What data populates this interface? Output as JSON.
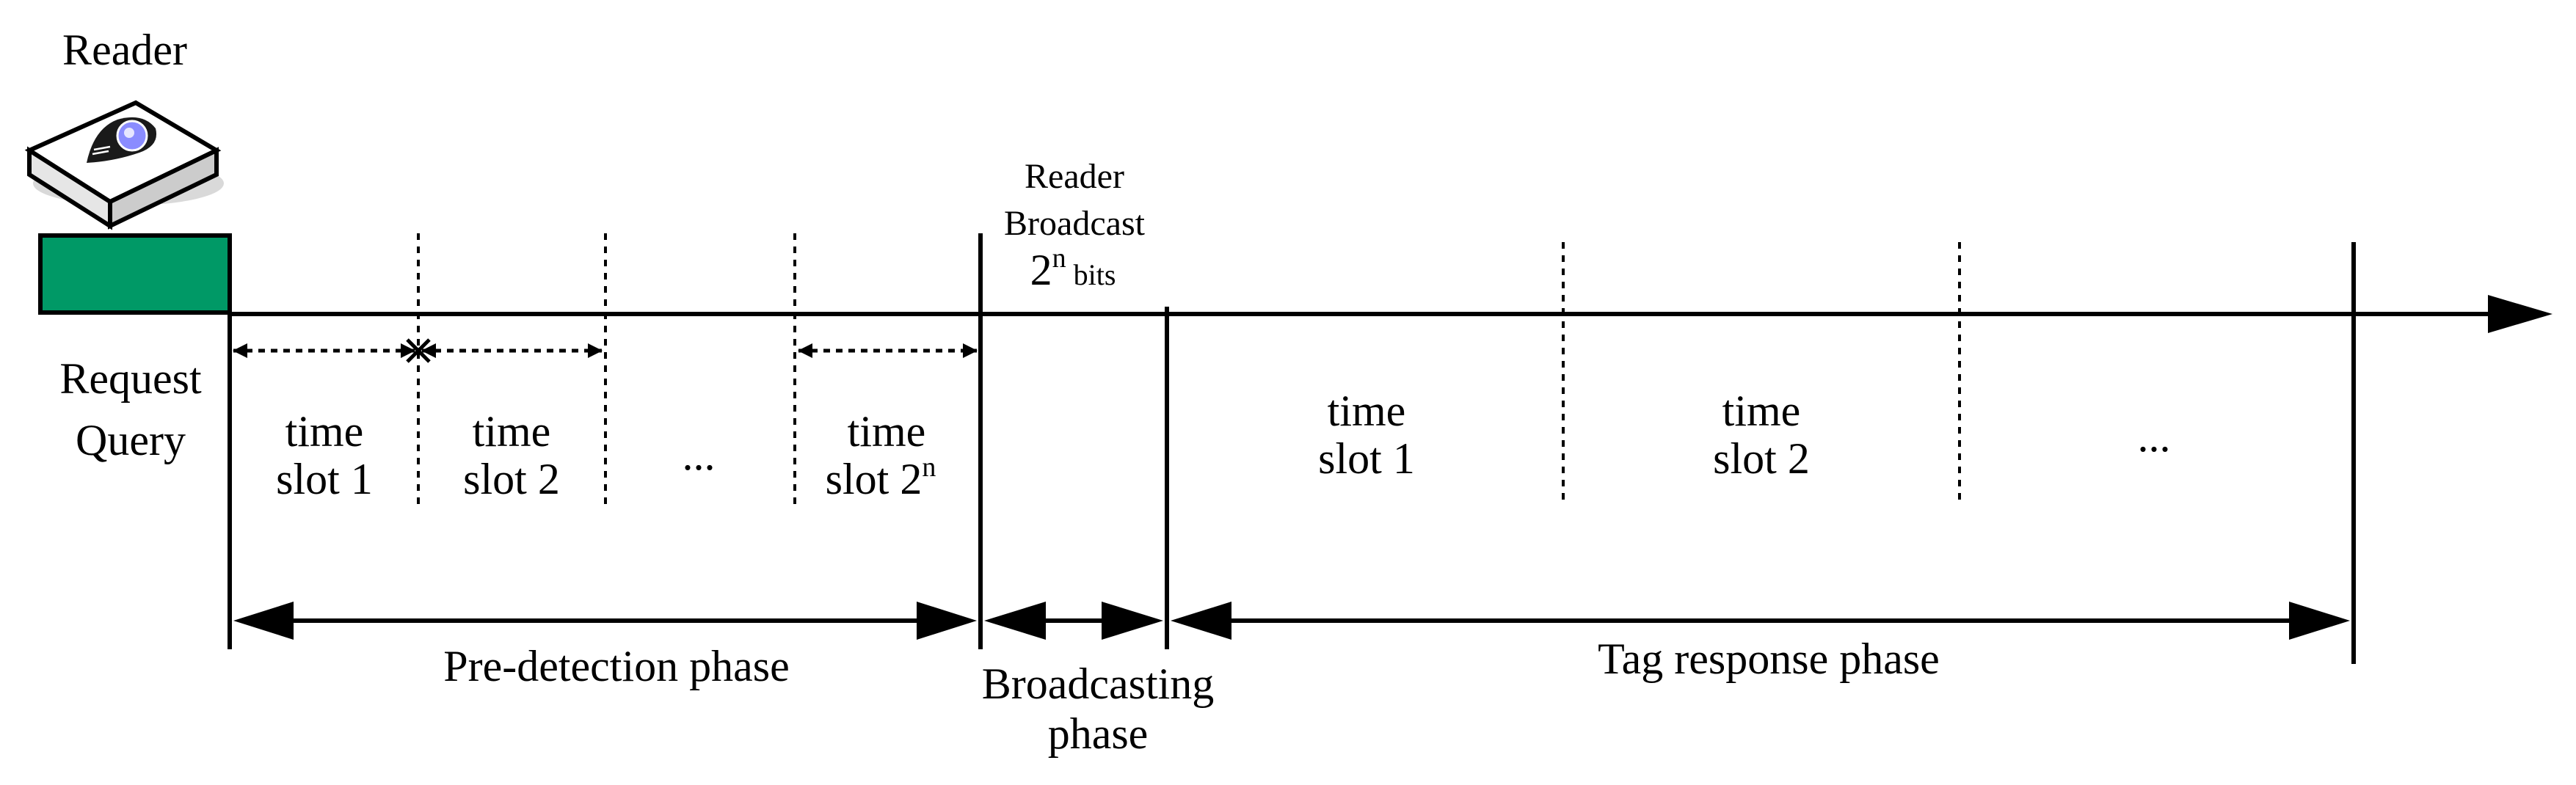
{
  "reader": {
    "title": "Reader",
    "icon": "rfid-reader-icon",
    "request_line1": "Request",
    "request_line2": "Query",
    "request_color": "#009966"
  },
  "broadcast_note": {
    "line1": "Reader",
    "line2": "Broadcast",
    "line3_base": "2",
    "line3_sup": "n",
    "line3_unit": "bits"
  },
  "predetection_slots": [
    {
      "line1": "time",
      "line2": "slot 1",
      "sup": ""
    },
    {
      "line1": "time",
      "line2": "slot 2",
      "sup": ""
    },
    {
      "line1": "",
      "line2": "...",
      "sup": ""
    },
    {
      "line1": "time",
      "line2": "slot 2",
      "sup": "n"
    }
  ],
  "response_slots": [
    {
      "line1": "time",
      "line2": "slot 1"
    },
    {
      "line1": "time",
      "line2": "slot 2"
    },
    {
      "line1": "",
      "line2": "..."
    }
  ],
  "phases": {
    "predetection": "Pre-detection phase",
    "broadcasting_line1": "Broadcasting",
    "broadcasting_line2": "phase",
    "tag_response": "Tag response phase"
  }
}
